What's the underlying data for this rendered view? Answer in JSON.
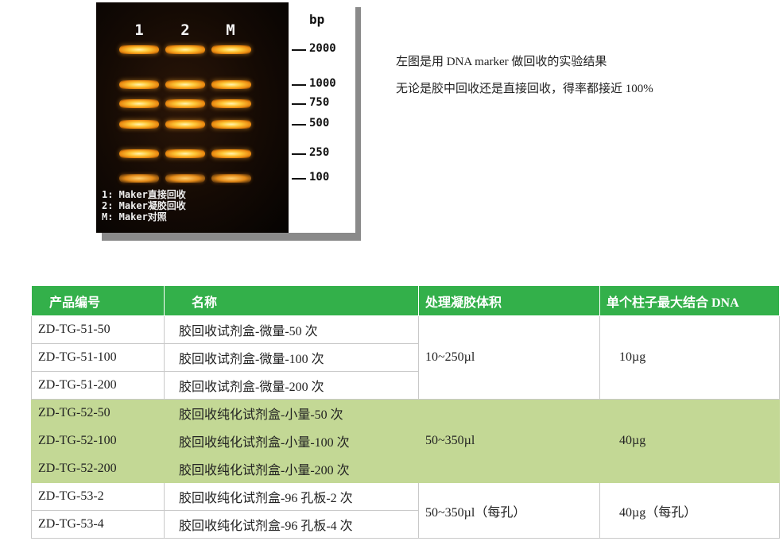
{
  "gel": {
    "lanes": [
      "1",
      "2",
      "M"
    ],
    "unit": "bp",
    "sizes": [
      "2000",
      "1000",
      "750",
      "500",
      "250",
      "100"
    ],
    "legend": [
      "1: Maker直接回收",
      "2: Maker凝胶回收",
      "M: Maker对照"
    ]
  },
  "description": {
    "line1": "左图是用 DNA marker 做回收的实验结果",
    "line2": "无论是胶中回收还是直接回收，得率都接近 100%"
  },
  "table": {
    "headers": [
      "产品编号",
      "名称",
      "处理凝胶体积",
      "单个柱子最大结合 DNA"
    ],
    "groups": [
      {
        "rows": [
          {
            "code": "ZD-TG-51-50",
            "name": "胶回收试剂盒-微量-50 次"
          },
          {
            "code": "ZD-TG-51-100",
            "name": "胶回收试剂盒-微量-100 次"
          },
          {
            "code": "ZD-TG-51-200",
            "name": "胶回收试剂盒-微量-200 次"
          }
        ],
        "volume": "10~250µl",
        "capacity": "10µg"
      },
      {
        "rows": [
          {
            "code": "ZD-TG-52-50",
            "name": "胶回收纯化试剂盒-小量-50 次"
          },
          {
            "code": "ZD-TG-52-100",
            "name": "胶回收纯化试剂盒-小量-100 次"
          },
          {
            "code": "ZD-TG-52-200",
            "name": "胶回收纯化试剂盒-小量-200 次"
          }
        ],
        "volume": "50~350µl",
        "capacity": "40µg"
      },
      {
        "rows": [
          {
            "code": "ZD-TG-53-2",
            "name": "胶回收纯化试剂盒-96 孔板-2 次"
          },
          {
            "code": "ZD-TG-53-4",
            "name": "胶回收纯化试剂盒-96 孔板-4 次"
          }
        ],
        "volume": "50~350µl（每孔）",
        "capacity": "40µg（每孔）"
      }
    ]
  },
  "colors": {
    "header_bg": "#33b04a",
    "highlight_bg": "#c3d895",
    "band_glow": "#ffc838"
  }
}
